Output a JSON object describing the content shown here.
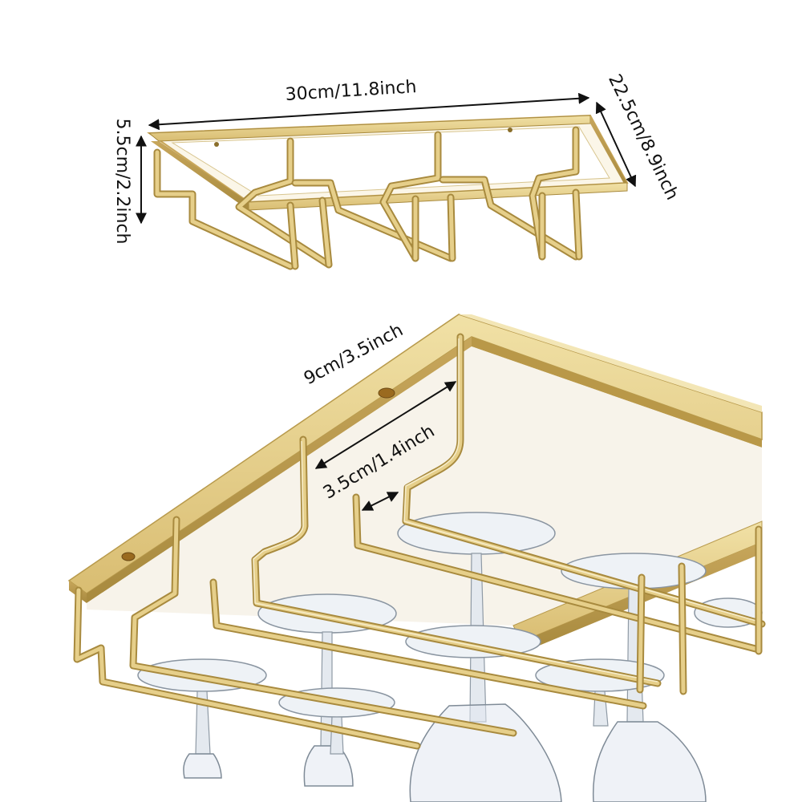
{
  "product": {
    "name": "wine-glass-hanger-rack",
    "color": "gold",
    "colors": {
      "gold_light": "#e6cf8a",
      "gold_mid": "#c9a75a",
      "gold_dark": "#a88a3e",
      "background": "#ffffff"
    }
  },
  "dimensions": {
    "length": "30cm/11.8inch",
    "depth": "22.5cm/8.9inch",
    "height": "5.5cm/2.2inch",
    "row_spacing": "9cm/3.5inch",
    "slot_width": "3.5cm/1.4inch"
  },
  "icons": {
    "arrow": "double-headed-arrow"
  }
}
